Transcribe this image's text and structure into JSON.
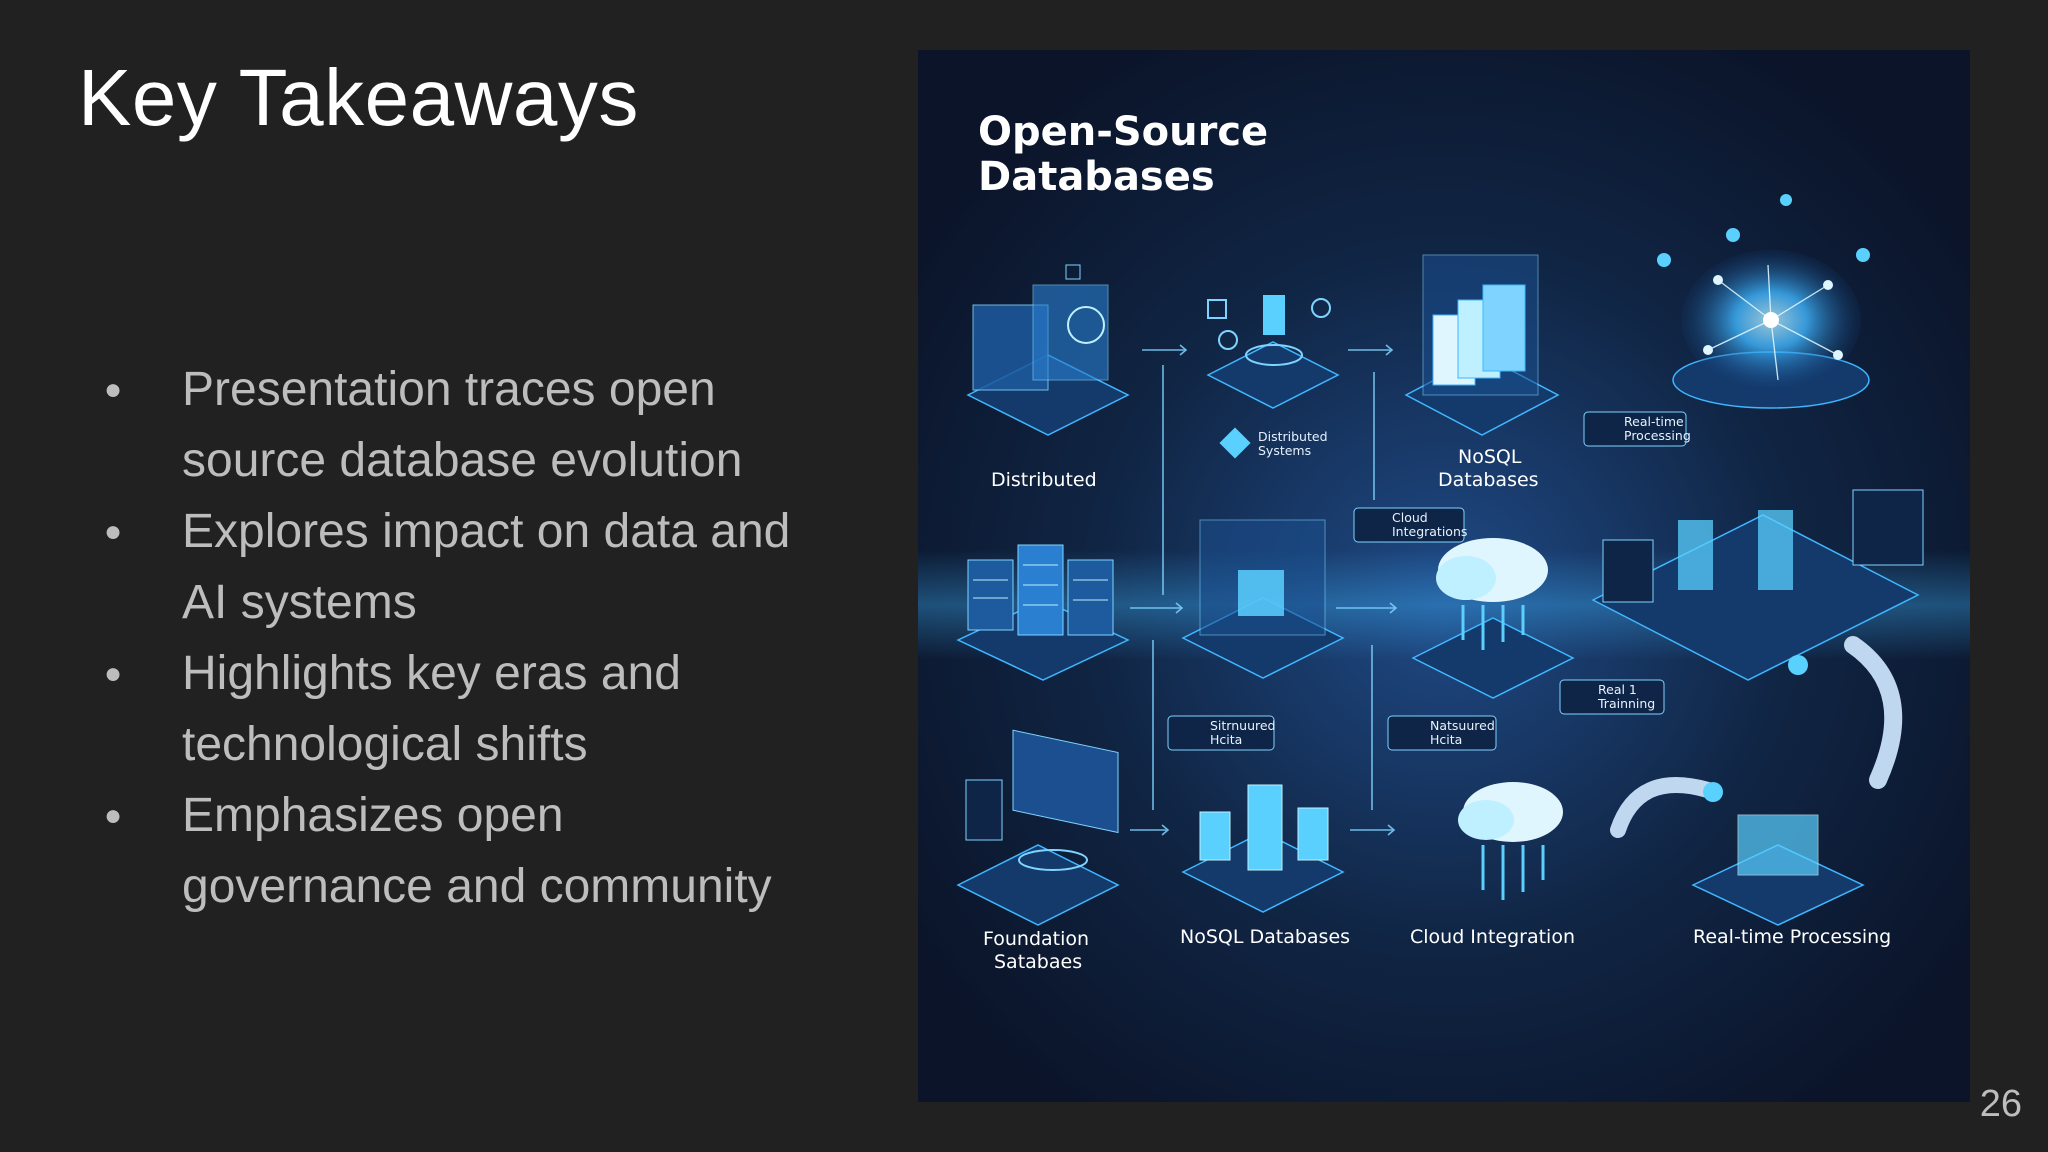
{
  "slide": {
    "title": "Key Takeaways",
    "page_number": "26"
  },
  "bullets": [
    {
      "line1": "Presentation traces open",
      "line2": "source database evolution"
    },
    {
      "line1": "Explores impact on data and",
      "line2": "AI systems"
    },
    {
      "line1": "Highlights key eras and",
      "line2": "technological shifts"
    },
    {
      "line1": "Emphasizes open",
      "line2": "governance and community"
    }
  ],
  "infographic": {
    "title_line1": "Open-Source",
    "title_line2": "Databases",
    "labels": {
      "distributed": "Distributed",
      "distributed_systems_1": "Distributed",
      "distributed_systems_2": "Systems",
      "nosql_top_1": "NoSQL",
      "nosql_top_2": "Databases",
      "realtime_tag_1": "Real-time",
      "realtime_tag_2": "Processing",
      "cloud_tag_1": "Cloud",
      "cloud_tag_2": "Integrations",
      "real_training_1": "Real 1",
      "real_training_2": "Trainning",
      "structured_1": "Sitrnuured",
      "structured_2": "Hcita",
      "natsured_1": "Natsuured",
      "natsured_2": "Hcita",
      "foundation_1": "Foundation",
      "foundation_2": "Satabaes",
      "nosql_bottom": "NoSQL Databases",
      "cloud_integration": "Cloud Integration",
      "realtime_bottom": "Real-time Processing"
    },
    "colors": {
      "background": "#0e1a33",
      "accent": "#3fb6ff",
      "glow": "#7fd4ff"
    }
  }
}
